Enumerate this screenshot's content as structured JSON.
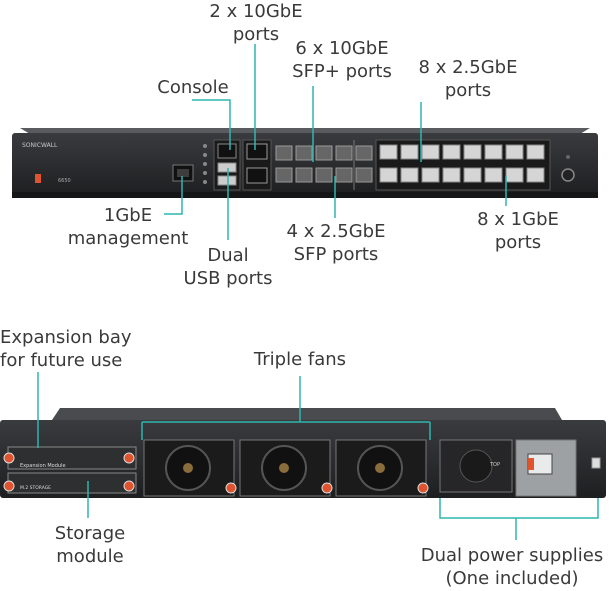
{
  "front": {
    "brand": "SONICWALL",
    "model": "6650",
    "labels": {
      "ten_gbe": [
        "2 x 10GbE",
        "ports"
      ],
      "sfp_plus": [
        "6 x 10GbE",
        "SFP+ ports"
      ],
      "rj45_25": [
        "8 x 2.5GbE",
        "ports"
      ],
      "console": [
        "Console"
      ],
      "mgmt": [
        "1GbE",
        "management"
      ],
      "usb": [
        "Dual",
        "USB ports"
      ],
      "sfp_25": [
        "4 x 2.5GbE",
        "SFP ports"
      ],
      "rj45_1": [
        "8 x 1GbE",
        "ports"
      ]
    }
  },
  "rear": {
    "expansion_module_text": "Expansion Module",
    "storage_module_text": "M.2 STORAGE",
    "psu_top_text": "TOP",
    "labels": {
      "expansion": [
        "Expansion bay",
        "for future use"
      ],
      "fans": [
        "Triple fans"
      ],
      "storage": [
        "Storage",
        "module"
      ],
      "psu": [
        "Dual power supplies",
        "(One included)"
      ]
    }
  },
  "colors": {
    "callout": "#2fb6b0",
    "chassis": "#2a2b2d",
    "text": "#3a3a3a",
    "screw": "#e0532f"
  }
}
